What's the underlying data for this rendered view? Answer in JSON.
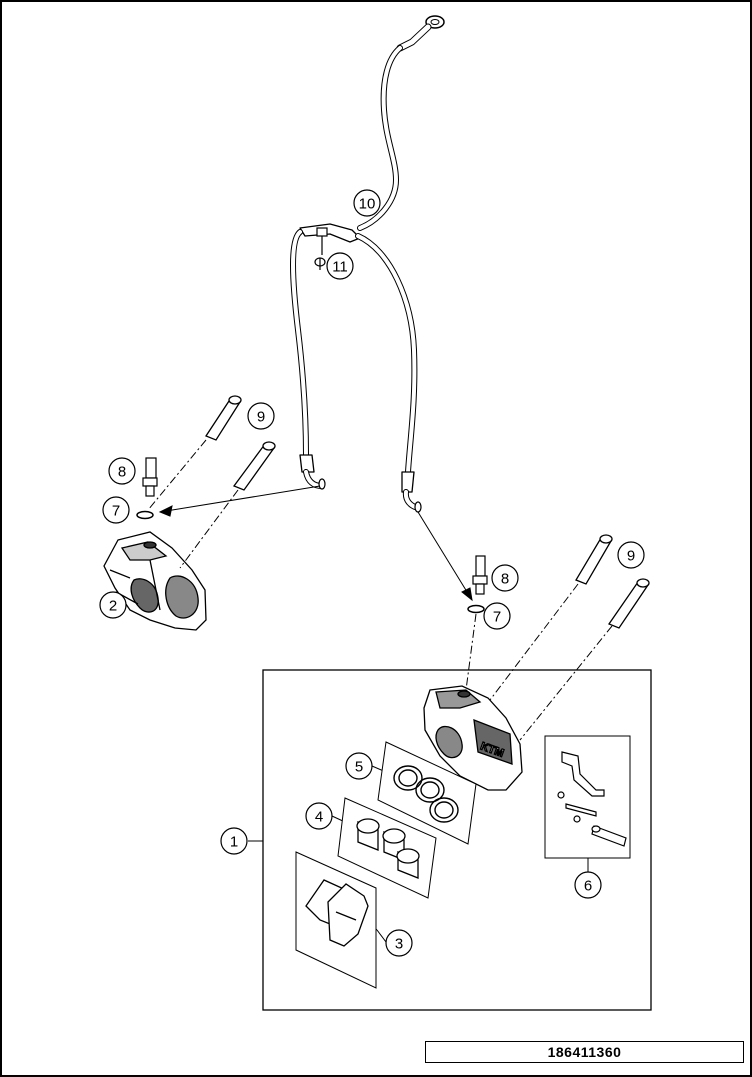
{
  "diagram": {
    "document_number": "186411360",
    "callouts": {
      "c1": "1",
      "c2": "2",
      "c3": "3",
      "c4": "4",
      "c5": "5",
      "c6": "6",
      "c7_left": "7",
      "c7_right": "7",
      "c8_left": "8",
      "c8_right": "8",
      "c9_left": "9",
      "c9_right": "9",
      "c10": "10",
      "c11": "11"
    },
    "parts": [
      {
        "name": "brake-caliper-assembly"
      },
      {
        "name": "caliper-housing-left"
      },
      {
        "name": "brake-pad-set"
      },
      {
        "name": "piston-set"
      },
      {
        "name": "seal-ring-set"
      },
      {
        "name": "pad-retainer-kit"
      },
      {
        "name": "o-ring"
      },
      {
        "name": "bleeder-screw"
      },
      {
        "name": "mounting-bolt"
      },
      {
        "name": "brake-line"
      },
      {
        "name": "screw"
      }
    ]
  }
}
